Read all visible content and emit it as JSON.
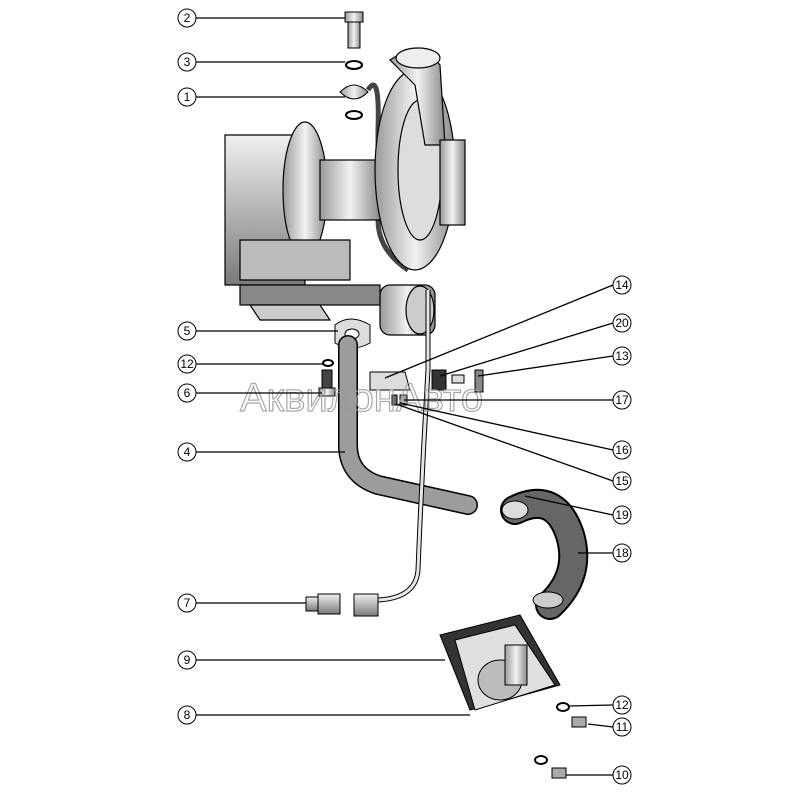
{
  "watermark": "АквилонАвто",
  "colors": {
    "part_fill": "#d8d8d8",
    "part_dark": "#555555",
    "outline": "#000000"
  },
  "callouts_left": [
    "2",
    "3",
    "1",
    "5",
    "12",
    "6",
    "4",
    "7",
    "9",
    "8"
  ],
  "callouts_right": [
    "14",
    "20",
    "13",
    "17",
    "16",
    "15",
    "19",
    "18",
    "12",
    "11",
    "10"
  ]
}
